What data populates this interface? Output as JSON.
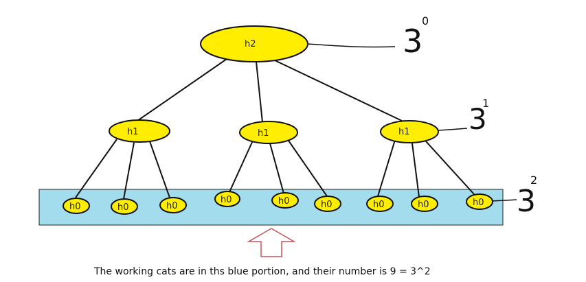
{
  "colors": {
    "node_fill": "#ffee00",
    "node_stroke": "#111111",
    "band_fill": "#a3dcec",
    "arrow_stroke": "#c8505a"
  },
  "nodes": {
    "root": "h2",
    "level1": [
      "h1",
      "h1",
      "h1"
    ],
    "level2": [
      "h0",
      "h0",
      "h0",
      "h0",
      "h0",
      "h0",
      "h0",
      "h0",
      "h0"
    ]
  },
  "annotations": {
    "level0": {
      "base": "3",
      "exponent": "0"
    },
    "level1": {
      "base": "3",
      "exponent": "1"
    },
    "level2": {
      "base": "3",
      "exponent": "2"
    }
  },
  "caption": "The working cats are in ths blue portion, and their number is 9 = 3^2"
}
